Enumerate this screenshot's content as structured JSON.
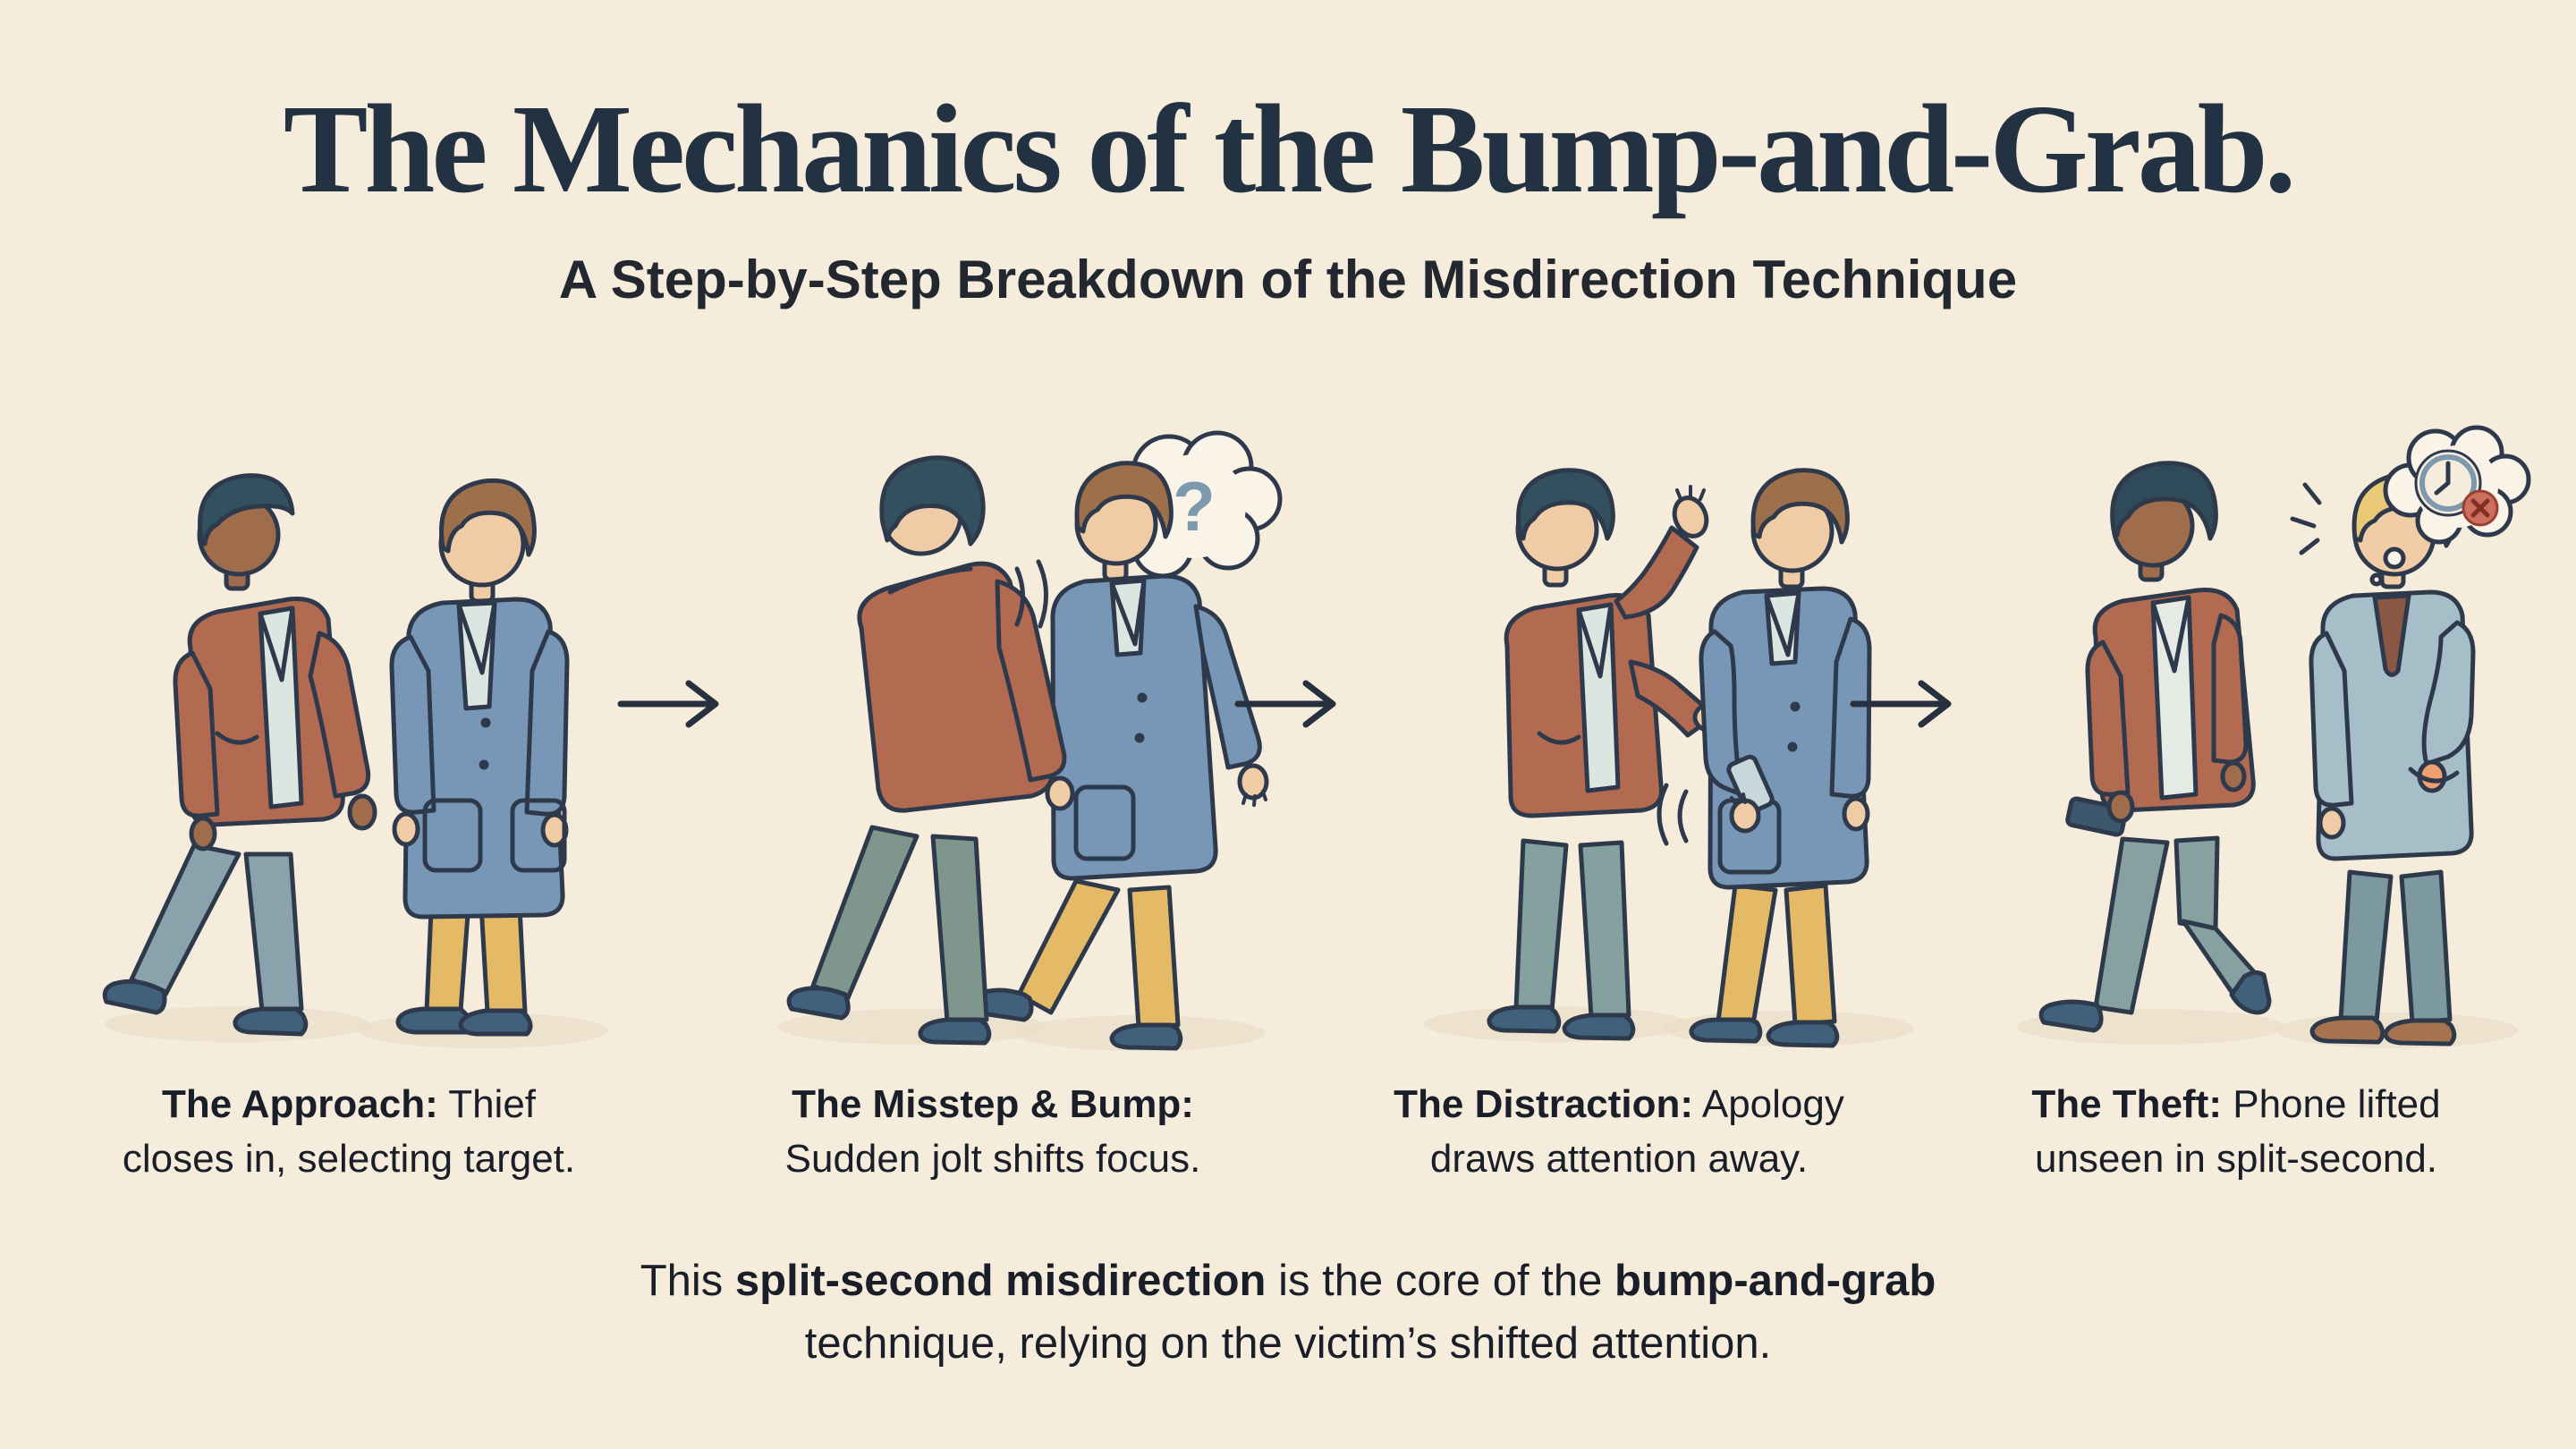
{
  "header": {
    "title": "The Mechanics of the Bump-and-Grab.",
    "subtitle": "A Step-by-Step Breakdown of the Misdirection Technique"
  },
  "steps": [
    {
      "name": "approach",
      "caption_bold": "The Approach:",
      "caption_rest": " Thief",
      "caption_line2": "closes in, selecting target."
    },
    {
      "name": "misstep-bump",
      "caption_bold": "The Misstep & Bump:",
      "caption_rest": "",
      "caption_line2": "Sudden jolt shifts focus.",
      "thought_symbol": "?"
    },
    {
      "name": "distraction",
      "caption_bold": "The Distraction:",
      "caption_rest": " Apology",
      "caption_line2": "draws attention away."
    },
    {
      "name": "theft",
      "caption_bold": "The Theft:",
      "caption_rest": " Phone lifted",
      "caption_line2": "unseen in split-second."
    }
  ],
  "footer": {
    "t1": "This ",
    "b1": "split-second misdirection",
    "t2": " is the core of the ",
    "b2": "bump-and-grab",
    "line2": "technique, relying on the victim’s shifted attention."
  },
  "icons": {
    "between_steps": "arrow-right",
    "step2_thought": "question-mark",
    "step4_thought": "clock-crossed-out"
  },
  "palette": {
    "background": "#f6ecdc",
    "ink_outline": "#2e3a4c",
    "title_ink": "#233243",
    "thief_jacket_rust": "#b26a51",
    "victim_coat_blue": "#7897b6",
    "victim_jacket_light_blue": "#a6bec8",
    "mustard_pants": "#e4ba67",
    "slate_pants": "#8aa2ab",
    "green_pants": "#7e968c",
    "teal_pants": "#86a19f",
    "shoe_navy": "#41607b",
    "shoe_brown": "#a5744f",
    "skin_dark": "#a06d4c",
    "skin_light": "#efcca5",
    "hand_orange": "#f09f73",
    "hair_dark": "#33505f",
    "hair_brown": "#9e6f4b",
    "hair_blond": "#e9c878",
    "shirt_light": "#dbe6e1",
    "shirt_dark_red": "#8a5744",
    "bubble_fill": "#faf3e7",
    "question_blue": "#7d99ad",
    "alert_red": "#cd6e5e",
    "phone_dark": "#3c566b",
    "phone_light": "#c9d6da"
  }
}
